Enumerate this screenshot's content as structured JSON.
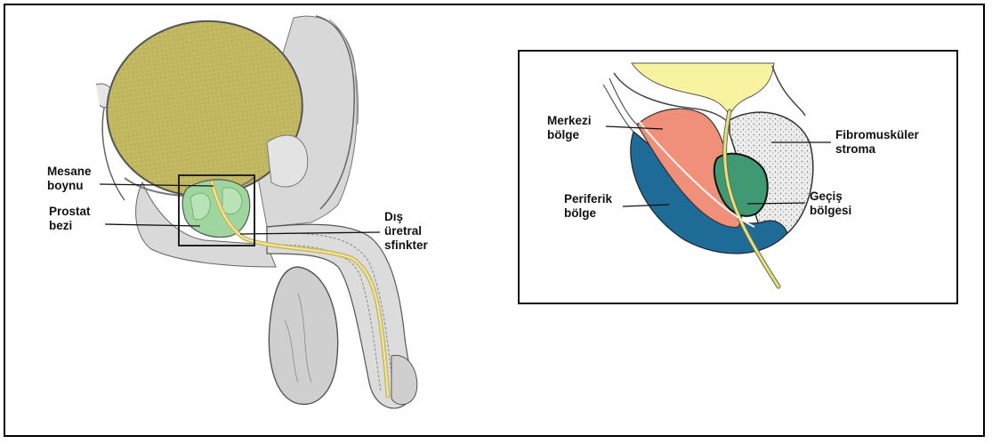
{
  "left_diagram": {
    "labels": {
      "bladder_neck": {
        "line1": "Mesane",
        "line2": "boynu"
      },
      "prostate_gland": {
        "line1": "Prostat",
        "line2": "bezi"
      },
      "external_sphincter": {
        "line1": "Dış",
        "line2": "üretral",
        "line3": "sfinkter"
      }
    }
  },
  "right_diagram": {
    "labels": {
      "central_zone": {
        "line1": "Merkezi",
        "line2": "bölge"
      },
      "peripheral_zone": {
        "line1": "Periferik",
        "line2": "bölge"
      },
      "fibromuscular_stroma": {
        "line1": "Fibromusküler",
        "line2": "stroma"
      },
      "transition_zone": {
        "line1": "Geçiş",
        "line2": "bölgesi"
      }
    }
  },
  "colors": {
    "bladder": "#bdb25a",
    "prostate_left": "#9fd6a0",
    "central_zone": "#f0907a",
    "peripheral_zone": "#1e6b98",
    "transition_zone": "#3f9a74",
    "stroma": "#e6e6e6",
    "urine": "#f7f3a0",
    "urethra": "#e4e08a"
  }
}
